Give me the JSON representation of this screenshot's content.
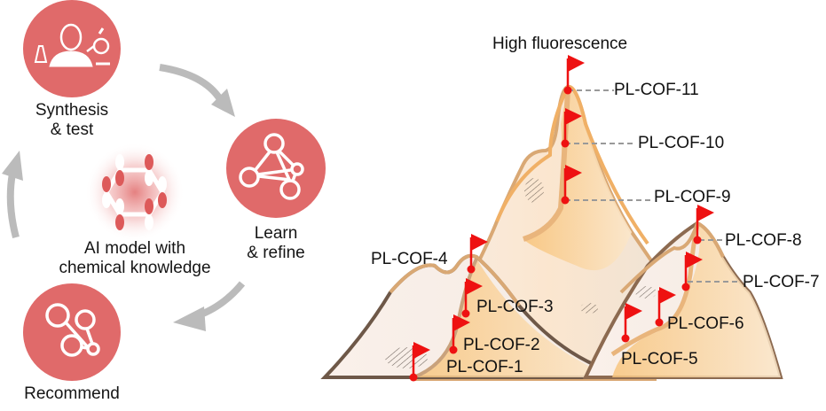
{
  "cycle": {
    "steps": [
      {
        "id": "synthesis",
        "label_lines": [
          "Synthesis",
          "& test"
        ],
        "icon": "scientist-lab-icon"
      },
      {
        "id": "learn",
        "label_lines": [
          "Learn",
          "& refine"
        ],
        "icon": "network-graph-icon"
      },
      {
        "id": "recommend",
        "label_lines": [
          "Recommend"
        ],
        "icon": "linked-nodes-icon"
      }
    ],
    "center": {
      "label_lines": [
        "AI model with",
        "chemical knowledge"
      ],
      "icon": "benzene-orbital-icon"
    },
    "colors": {
      "circle": "#e06a6a",
      "arrow": "#b8b8b8"
    }
  },
  "landscape": {
    "title": "High fluorescence",
    "flag_color": "#ee1111",
    "materials": [
      "PL-COF-1",
      "PL-COF-2",
      "PL-COF-3",
      "PL-COF-4",
      "PL-COF-5",
      "PL-COF-6",
      "PL-COF-7",
      "PL-COF-8",
      "PL-COF-9",
      "PL-COF-10",
      "PL-COF-11"
    ]
  }
}
